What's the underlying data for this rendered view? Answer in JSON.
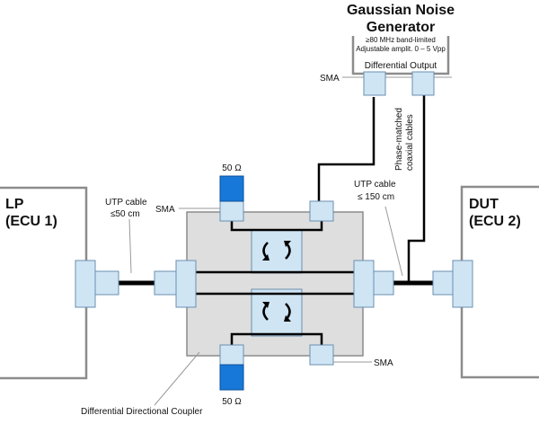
{
  "generator": {
    "title_line1": "Gaussian Noise",
    "title_line2": "Generator",
    "spec_line1": "≥80 MHz band-limited",
    "spec_line2": "Adjustable amplit. 0 – 5 Vpp",
    "output_label": "Differential Output"
  },
  "labels": {
    "sma_top": "SMA",
    "sma_left": "SMA",
    "sma_bottom": "SMA",
    "coax_line1": "Phase-matched",
    "coax_line2": "coaxial cables",
    "utp_left_line1": "UTP cable",
    "utp_left_line2": "≤50 cm",
    "utp_right_line1": "UTP cable",
    "utp_right_line2": "≤ 150 cm",
    "term_top": "50 Ω",
    "term_bottom": "50 Ω",
    "coupler": "Differential Directional Coupler"
  },
  "lp": {
    "line1": "LP",
    "line2": "(ECU 1)"
  },
  "dut": {
    "line1": "DUT",
    "line2": "(ECU 2)"
  },
  "colors": {
    "connector_fill": "#cfe5f4",
    "connector_stroke": "#6a8fb0",
    "coupler_fill": "#dedede",
    "termination_fill": "#1778d9",
    "wire": "#000000",
    "frame": "#8c8c8c"
  }
}
